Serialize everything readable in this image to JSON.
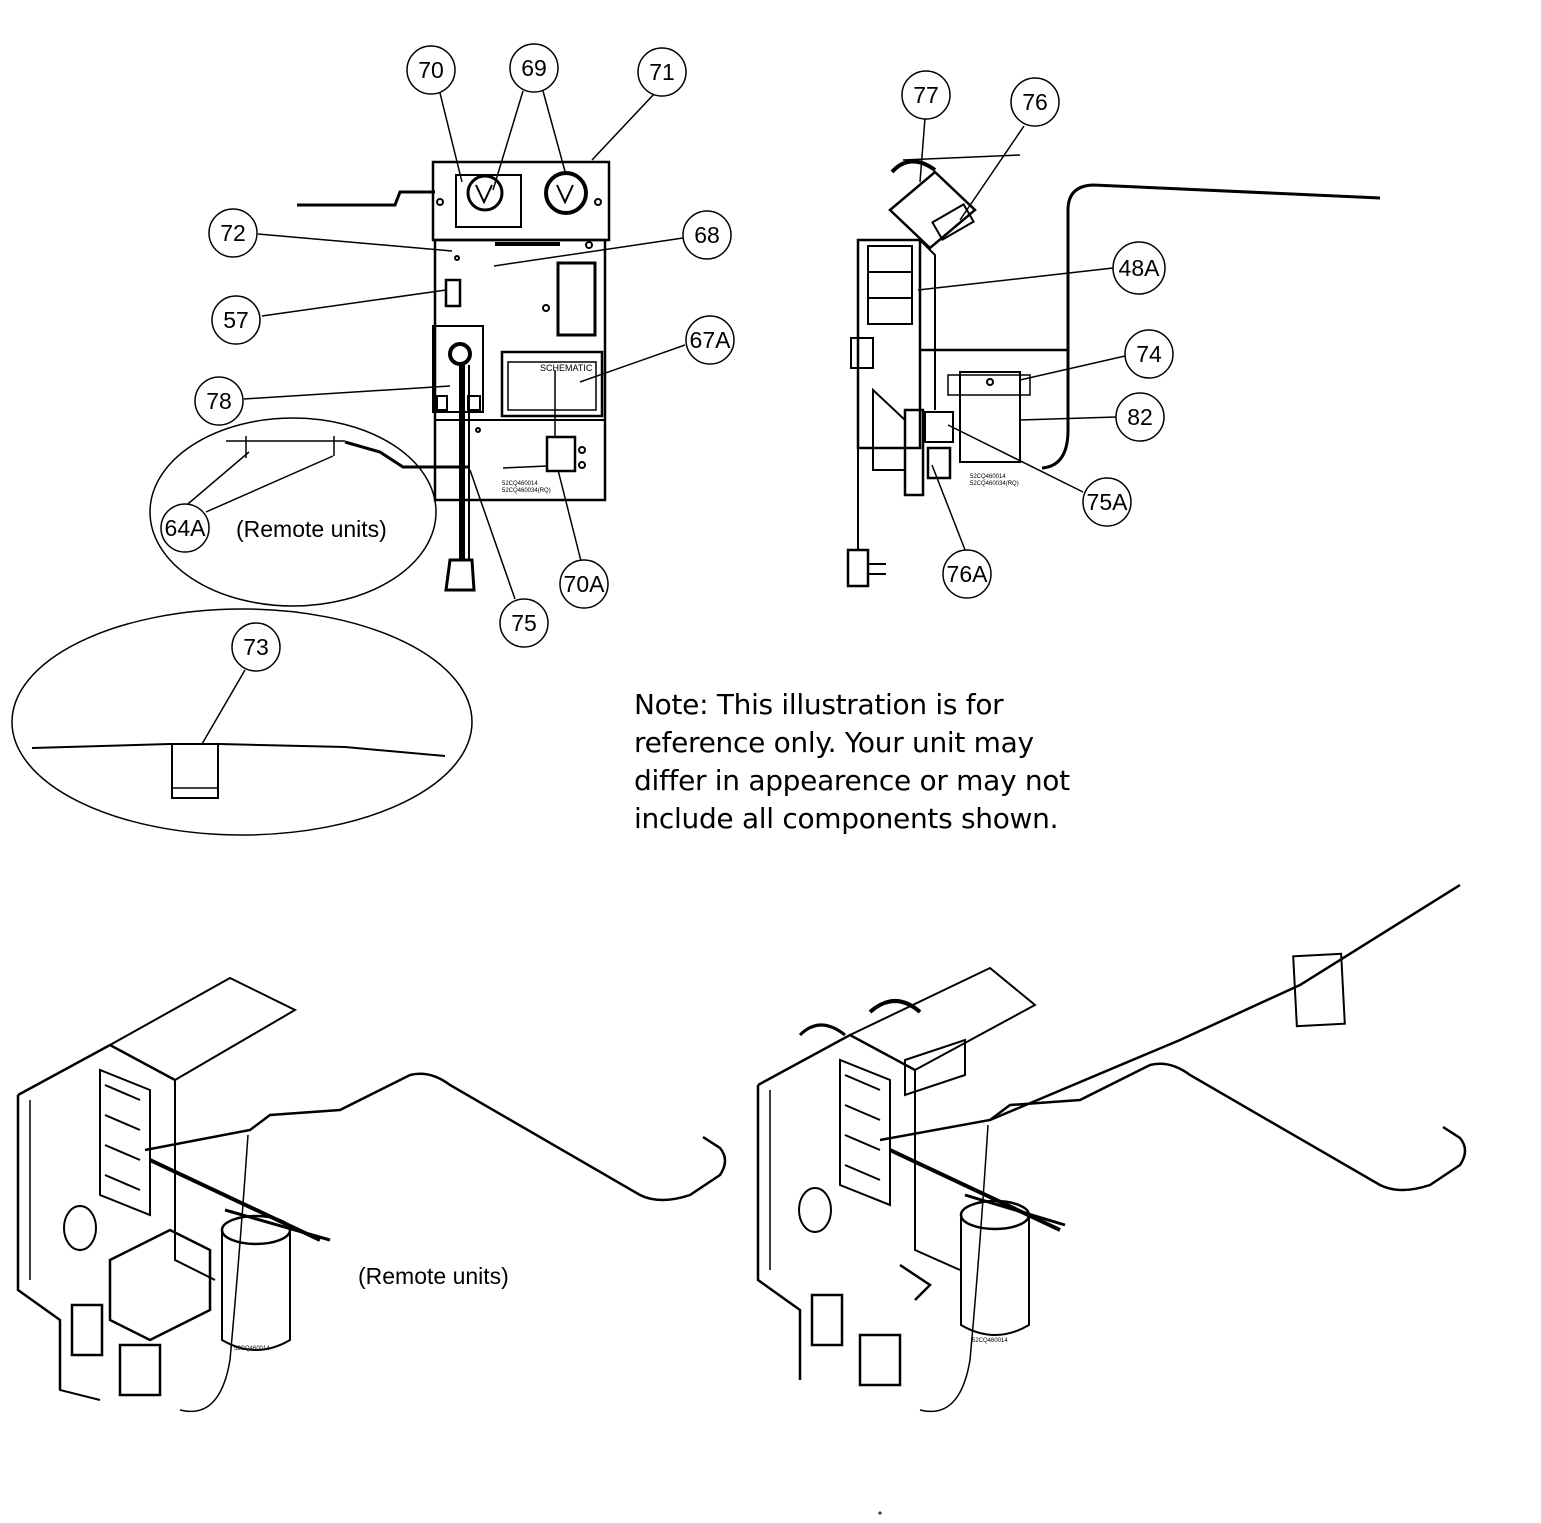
{
  "callouts": {
    "c70": "70",
    "c69": "69",
    "c71": "71",
    "c72": "72",
    "c68": "68",
    "c57": "57",
    "c67A": "67A",
    "c78": "78",
    "c64A": "64A",
    "c75": "75",
    "c70A": "70A",
    "c73": "73",
    "c77": "77",
    "c76": "76",
    "c48A": "48A",
    "c74": "74",
    "c82": "82",
    "c75A": "75A",
    "c76A": "76A"
  },
  "labels": {
    "remote_units_top": "(Remote units)",
    "remote_units_bottom": "(Remote units)",
    "schematic": "SCHEMATIC"
  },
  "note": {
    "line1": "Note: This illustration is for",
    "line2": "reference only. Your unit may",
    "line3": "differ in appearence or may not",
    "line4": "include all components shown."
  }
}
